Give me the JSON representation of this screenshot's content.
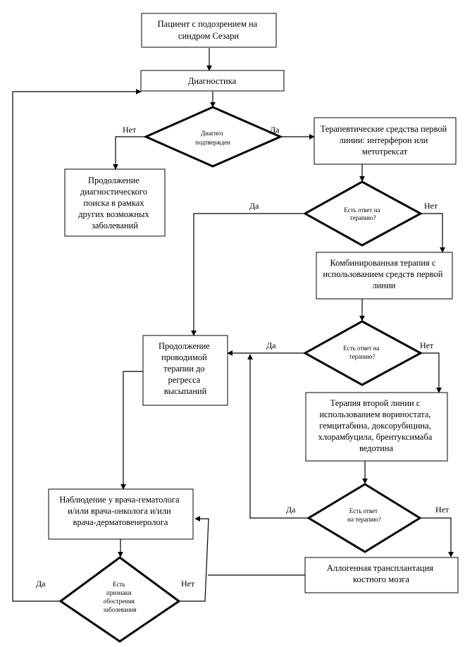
{
  "boxes": {
    "start": [
      "Пациент с подозрением на",
      "синдром Сезари"
    ],
    "diagnostics": [
      "Диагностика"
    ],
    "continue_search": [
      "Продолжение",
      "диагностического",
      "поиска в рамках",
      "других возможных",
      "заболеваний"
    ],
    "first_line": [
      "Терапевтические средства первой",
      "линии: интерферон или",
      "метотрексат"
    ],
    "combined": [
      "Комбинированная терапия с",
      "использованием средств первой",
      "линии"
    ],
    "continue_therapy": [
      "Продолжение",
      "проводимой",
      "терапии до",
      "регресса",
      "высыпаний"
    ],
    "second_line": [
      "Терапия второй линии с",
      "использованием вориностата,",
      "гемцитабина, доксорубицина,",
      "хлорамбуцила, брентуксимаба",
      "ведотина"
    ],
    "observation": [
      "Наблюдение у врача-гематолога",
      "и/или врача-онколога и/или",
      "врача-дерматовенеролога"
    ],
    "transplant": [
      "Аллогенная трансплантация",
      "костного мозга"
    ]
  },
  "decisions": {
    "diagnosis": [
      "Диагноз",
      "подтвержден"
    ],
    "response1": [
      "Есть ответ на",
      "терапию?"
    ],
    "response2": [
      "Есть ответ на",
      "терапию?"
    ],
    "response3": [
      "Есть ответ",
      "на терапию?"
    ],
    "exacerbation": [
      "Есть",
      "признаки",
      "обострения",
      "заболевания"
    ]
  },
  "labels": {
    "diag_no": "Нет",
    "diag_yes": "Да",
    "r1_yes": "Да",
    "r1_no": "Нет",
    "r2_yes": "Да",
    "r2_no": "Нет",
    "r3_yes": "Да",
    "r3_no": "Нет",
    "ex_yes": "Да",
    "ex_no": "Нет"
  }
}
